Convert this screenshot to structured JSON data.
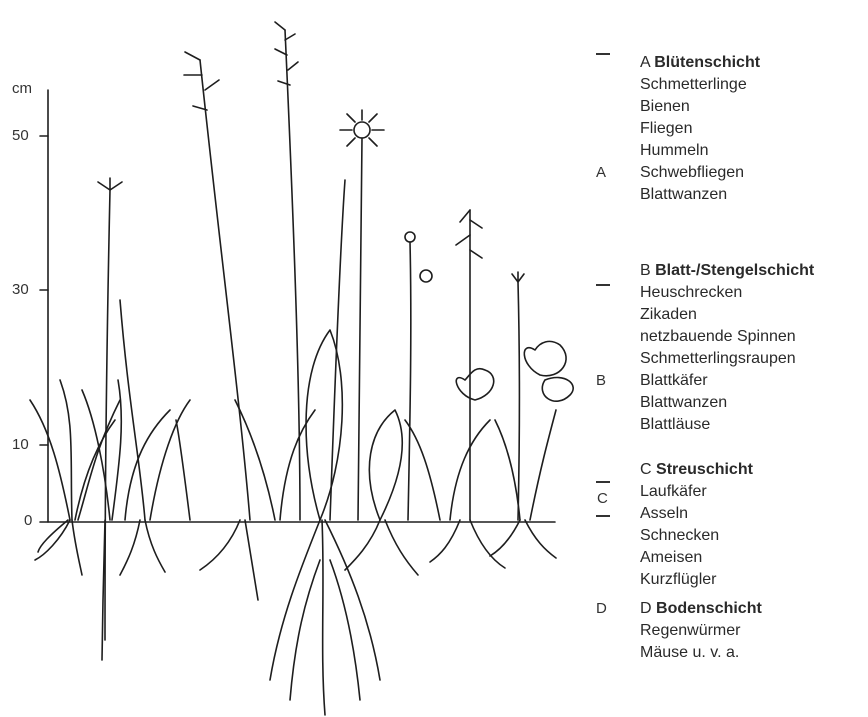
{
  "axis": {
    "unit": "cm",
    "ticks": [
      "50",
      "30",
      "10",
      "0"
    ]
  },
  "markers": {
    "A": "A",
    "B": "B",
    "C": "C",
    "D": "D"
  },
  "layers": [
    {
      "letter": "A",
      "name": "Blütenschicht",
      "items": [
        "Schmetterlinge",
        "Bienen",
        "Fliegen",
        "Hummeln",
        "Schwebfliegen",
        "Blattwanzen"
      ]
    },
    {
      "letter": "B",
      "name": "Blatt-/Stengelschicht",
      "items": [
        "Heuschrecken",
        "Zikaden",
        "netzbauende Spinnen",
        "Schmetterlingsraupen",
        "Blattkäfer",
        "Blattwanzen",
        "Blattläuse"
      ]
    },
    {
      "letter": "C",
      "name": "Streuschicht",
      "items": [
        "Laufkäfer",
        "Asseln",
        "Schnecken",
        "Ameisen",
        "Kurzflügler"
      ]
    },
    {
      "letter": "D",
      "name": "Bodenschicht",
      "items": [
        "Regenwürmer",
        "Mäuse u. v. a."
      ]
    }
  ]
}
